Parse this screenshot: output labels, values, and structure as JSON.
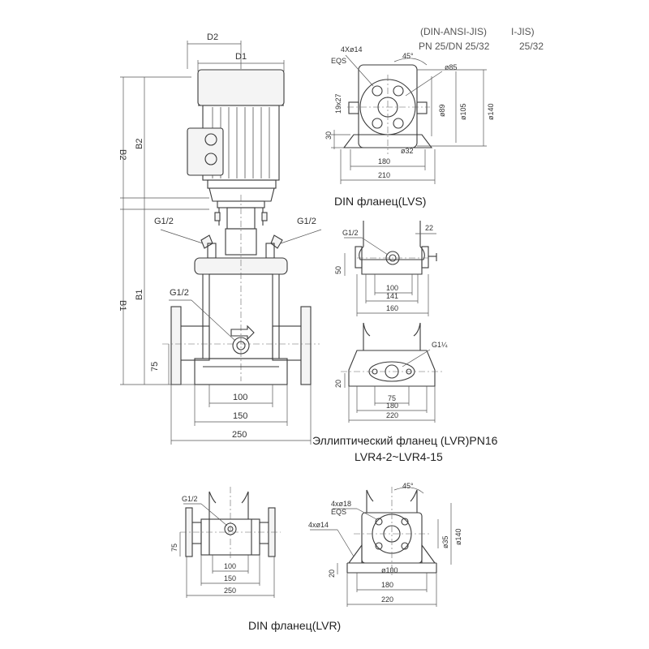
{
  "main": {
    "d2": "D2",
    "d1": "D1",
    "b2": "B2",
    "b1": "B1",
    "b2_cut": "B2",
    "b1_cut": "B1",
    "g_left": "G1/2",
    "g_right": "G1/2",
    "g_mid": "G1/2",
    "dim_75": "75",
    "dim_100": "100",
    "dim_150": "150",
    "dim_250": "250"
  },
  "din_lvs": {
    "header_1": "(DIN-ANSI-JIS)",
    "header_2": "I-JIS)",
    "header_3": "PN 25/DN 25/32",
    "header_4": "25/32",
    "holes": "4Xø14",
    "eqs": "EQS",
    "angle": "45°",
    "d85": "ø85",
    "d89": "ø89",
    "d105": "ø105",
    "d140": "ø140",
    "slot": "19x27",
    "h30": "30",
    "d32": "ø32",
    "w180": "180",
    "w210": "210",
    "caption": "DIN фланец(LVS)"
  },
  "lvr_side": {
    "g": "G1/2",
    "w22": "22",
    "h50": "50",
    "w100": "100",
    "w141": "141",
    "w160": "160"
  },
  "lvr_front": {
    "g": "G1¼",
    "h20": "20",
    "w75": "75",
    "w180": "180",
    "w220": "220",
    "caption_1": "Эллиптический фланец (LVR)PN16",
    "caption_2": "LVR4-2~LVR4-15"
  },
  "bottom_left": {
    "g": "G1/2",
    "h75": "75",
    "w100": "100",
    "w150": "150",
    "w250": "250"
  },
  "bottom_right": {
    "holes18": "4xø18",
    "eqs": "EQS",
    "holes14": "4xø14",
    "angle": "45°",
    "d140": "ø140",
    "d35": "ø35",
    "d100": "ø100",
    "h20": "20",
    "w180": "180",
    "w220": "220"
  },
  "caption_din_lvr": "DIN фланец(LVR)"
}
